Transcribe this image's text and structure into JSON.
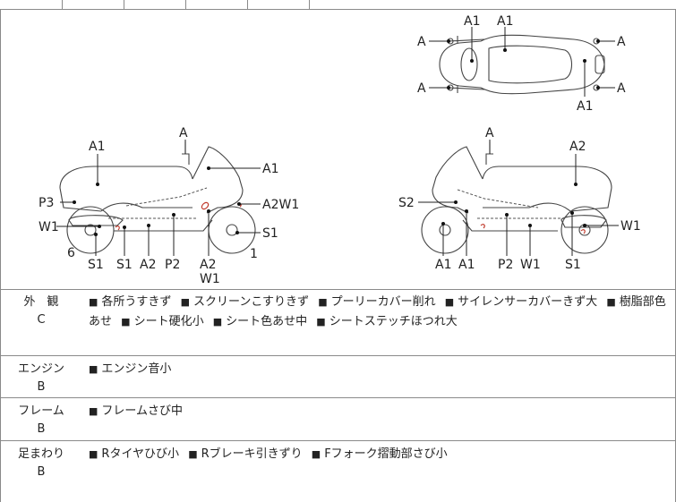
{
  "diagram": {
    "top_view": {
      "labels": [
        "A1",
        "A1",
        "A",
        "A",
        "A",
        "A",
        "A1"
      ]
    },
    "left_view": {
      "labels": [
        "A",
        "A1",
        "A1",
        "P3",
        "W1",
        "A2W1",
        "S1",
        "6",
        "S1",
        "S1",
        "A2",
        "P2",
        "A2",
        "W1",
        "1"
      ]
    },
    "right_view": {
      "labels": [
        "A",
        "A2",
        "S2",
        "W1",
        "A1",
        "A1",
        "P2",
        "W1",
        "S1"
      ]
    }
  },
  "rows": [
    {
      "name": "外　観",
      "grade": "C",
      "items": [
        "各所うすきず",
        "スクリーンこすりきず",
        "プーリーカバー削れ",
        "サイレンサーカバーきず大",
        "樹脂部色あせ",
        "シート硬化小",
        "シート色あせ中",
        "シートステッチほつれ大"
      ]
    },
    {
      "name": "エンジン",
      "grade": "B",
      "items": [
        "エンジン音小"
      ]
    },
    {
      "name": "フレーム",
      "grade": "B",
      "items": [
        "フレームさび中"
      ]
    },
    {
      "name": "足まわり",
      "grade": "B",
      "items": [
        "Rタイヤひび小",
        "Rブレーキ引きずり",
        "Fフォーク摺動部さび小"
      ]
    }
  ],
  "bullet": "■"
}
